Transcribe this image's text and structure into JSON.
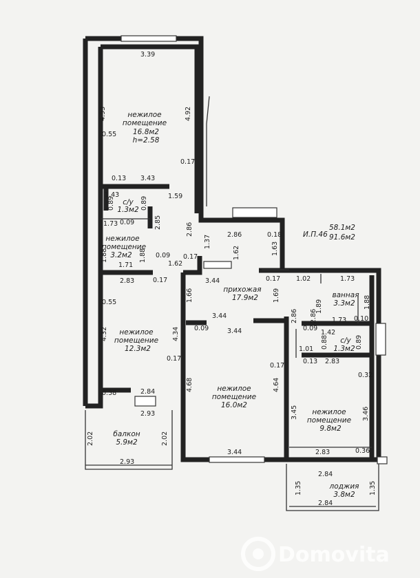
{
  "rooms": [
    {
      "id": "room-top",
      "l1": "нежилое",
      "l2": "помещение",
      "l3": "16.8м2",
      "l4": "h=2.58"
    },
    {
      "id": "wc-1",
      "l1": "с/у",
      "l2": "1.3м2"
    },
    {
      "id": "room-small",
      "l1": "нежилое",
      "l2": "помещение",
      "l3": "3.2м2"
    },
    {
      "id": "room-left",
      "l1": "нежилое",
      "l2": "помещение",
      "l3": "12.3м2"
    },
    {
      "id": "balcony",
      "l1": "балкон",
      "l2": "5.9м2"
    },
    {
      "id": "hall",
      "l1": "прихожая",
      "l2": "17.9м2"
    },
    {
      "id": "room-center",
      "l1": "нежилое",
      "l2": "помещение",
      "l3": "16.0м2"
    },
    {
      "id": "bath",
      "l1": "ванная",
      "l2": "3.3м2"
    },
    {
      "id": "wc-2",
      "l1": "с/у",
      "l2": "1.3м2"
    },
    {
      "id": "room-right",
      "l1": "нежилое",
      "l2": "помещение",
      "l3": "9.8м2"
    },
    {
      "id": "loggia",
      "l1": "лоджия",
      "l2": "3.8м2"
    }
  ],
  "summary": {
    "code": "И.П.46",
    "living": "58.1м2",
    "total": "91.6м2"
  },
  "dims": {
    "d1": "3.39",
    "d2": "4.93",
    "d3": "4.92",
    "d4": "0.55",
    "d5": "0.17",
    "d6": "0.13",
    "d7": "3.43",
    "d8": "1.43",
    "d9": "0.89",
    "d10": "0.89",
    "d11": "1.59",
    "d12": "1.73",
    "d13": "0.09",
    "d14": "2.85",
    "d15": "2.86",
    "d16": "2.86",
    "d17": "0.18",
    "d18": "1.37",
    "d19": "1.62",
    "d20": "1.63",
    "d21": "1.88",
    "d22": "1.88",
    "d23": "0.09",
    "d24": "0.17",
    "d25": "1.71",
    "d26": "1.62",
    "d27": "2.83",
    "d28": "0.17",
    "d29": "3.44",
    "d30": "0.17",
    "d31": "1.02",
    "d32": "1.73",
    "d33": "1.66",
    "d34": "1.69",
    "d35": "1.89",
    "d36": "1.88",
    "d37": "0.55",
    "d38": "4.32",
    "d39": "4.34",
    "d40": "3.44",
    "d41": "0.09",
    "d42": "3.44",
    "d43": "2.86",
    "d44": "2.86",
    "d45": "1.73",
    "d46": "0.10",
    "d47": "0.09",
    "d48": "1.42",
    "d49": "0.88",
    "d50": "0.89",
    "d51": "1.01",
    "d52": "0.13",
    "d53": "2.83",
    "d54": "0.17",
    "d55": "0.17",
    "d56": "0.32",
    "d57": "4.68",
    "d58": "4.64",
    "d59": "3.45",
    "d60": "3.46",
    "d61": "0.38",
    "d62": "2.84",
    "d63": "2.93",
    "d64": "2.02",
    "d65": "2.02",
    "d66": "2.93",
    "d67": "3.44",
    "d68": "2.83",
    "d69": "0.36",
    "d70": "2.84",
    "d71": "1.35",
    "d72": "1.35",
    "d73": "2.84"
  },
  "watermark": {
    "brand": "Domovita"
  }
}
